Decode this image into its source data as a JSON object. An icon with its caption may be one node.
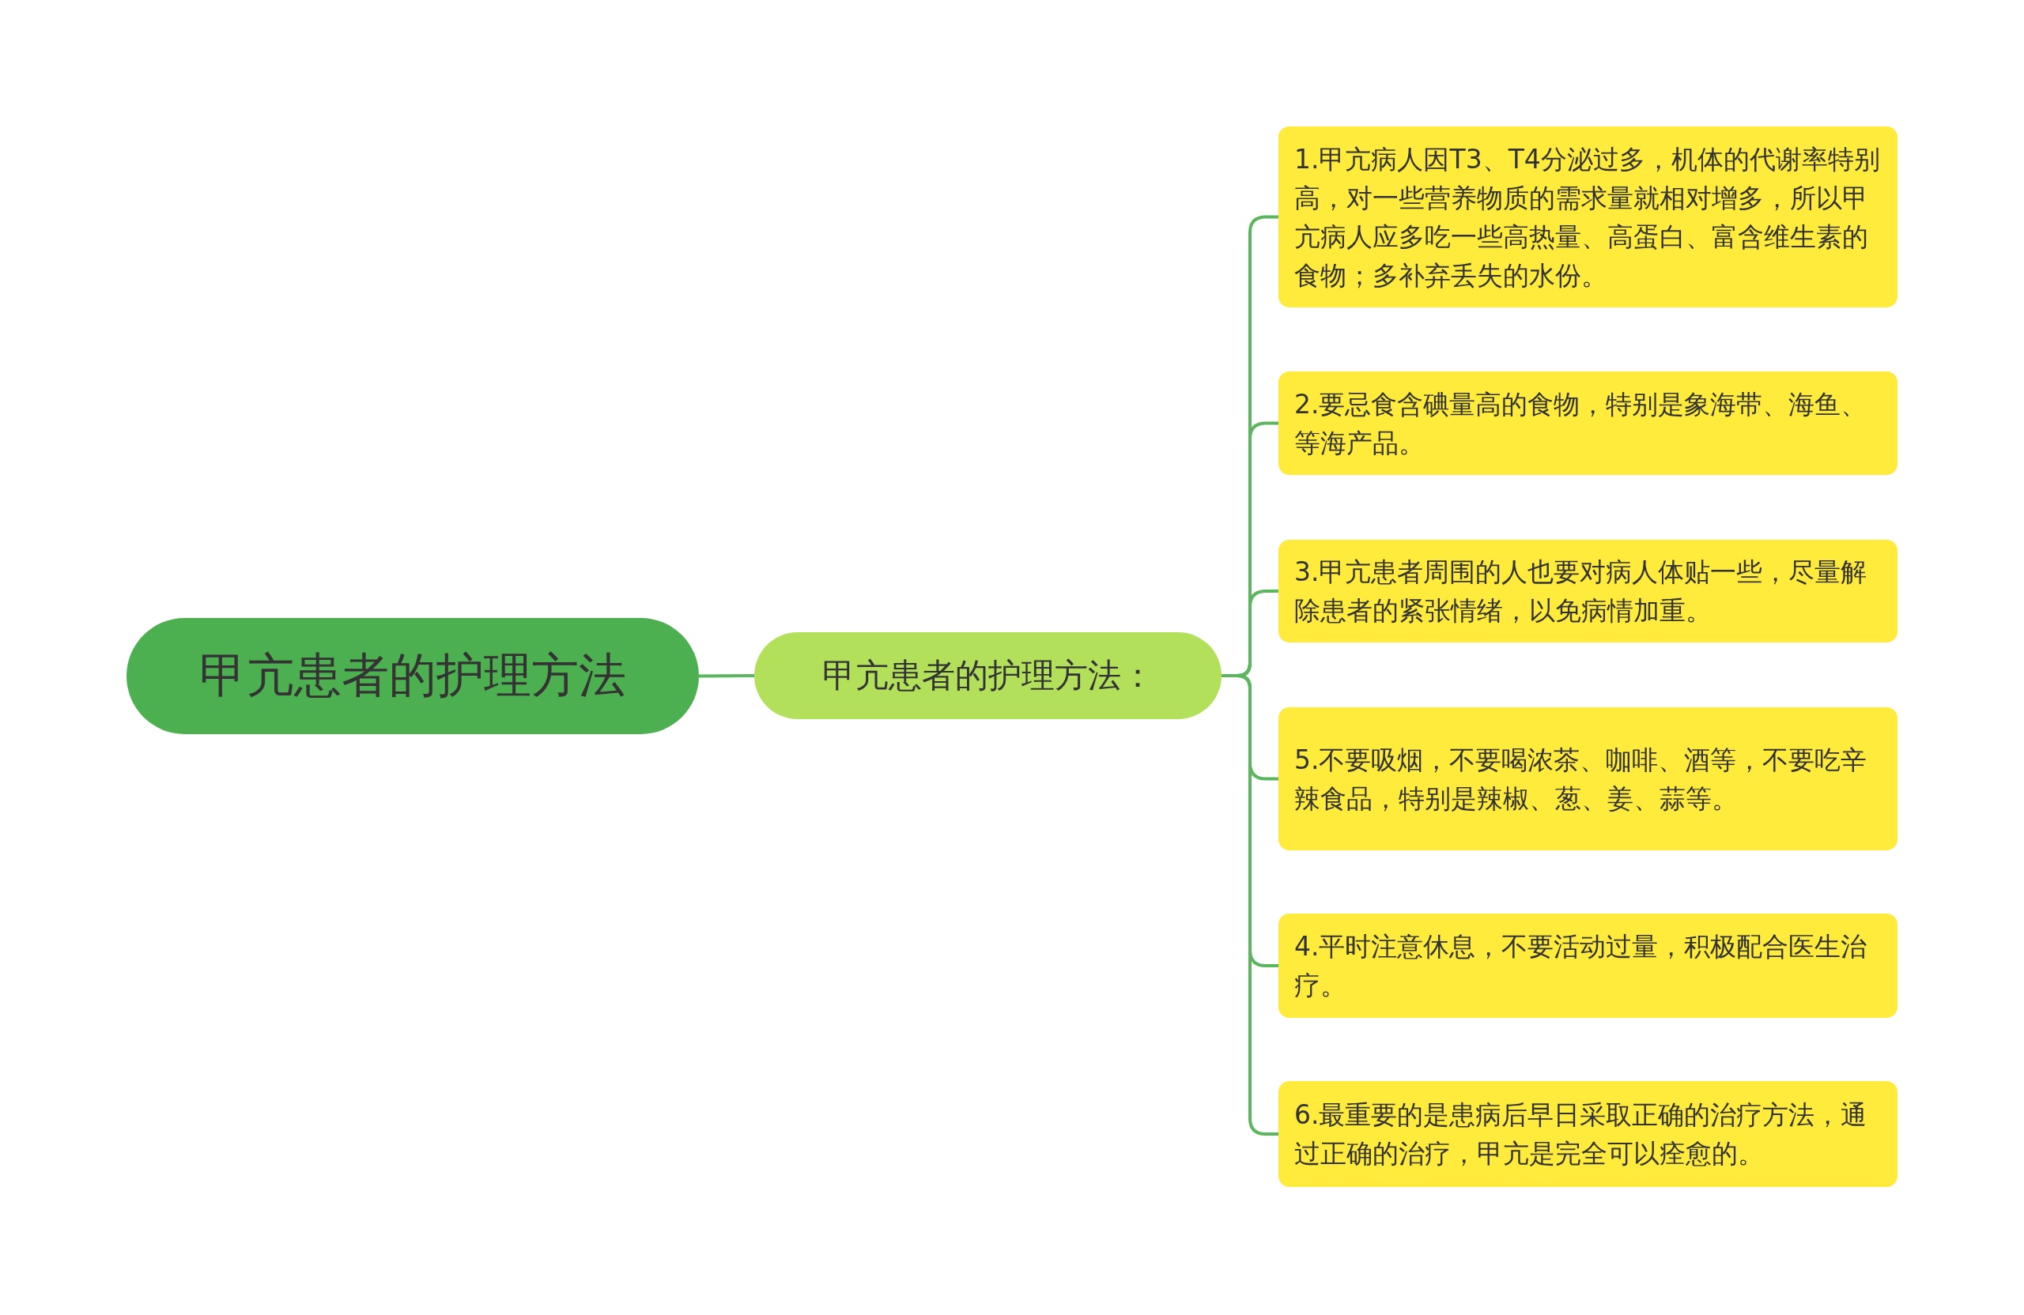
{
  "diagram": {
    "nodes": [
      {
        "text": [
          "甲亢患者的护理方法"
        ]
      },
      {
        "text": [
          "甲亢患者的护理方法："
        ]
      },
      {
        "text": [
          "1.甲亢病人因T3、T4分泌过多，机体的代谢率特别高，对一些营养物质的需求量就相对增多，所以甲亢病人应多吃一些高热量、高蛋白、富含维生素的食物；多补弃丢失的水份。"
        ]
      },
      {
        "text": [
          "2.要忌食含碘量高的食物，特别是象海带、海鱼、等海产品。"
        ]
      },
      {
        "text": [
          "3.甲亢患者周围的人也要对病人体贴一些，尽量解除患者的紧张情绪，以免病情加重。"
        ]
      },
      {
        "text": [
          "5.不要吸烟，不要喝浓茶、咖啡、酒等，不要吃辛辣食品，特别是辣椒、葱、姜、蒜等。"
        ]
      },
      {
        "text": [
          "4.平时注意休息，不要活动过量，积极配合医生治疗。"
        ]
      },
      {
        "text": [
          "6.最重要的是患病后早日采取正确的治疗方法，通过正确的治疗，甲亢是完全可以痊愈的。"
        ]
      }
    ],
    "edges": [
      {
        "from": 0,
        "to": 1,
        "arrow": "none"
      },
      {
        "from": 1,
        "to": 2,
        "arrow": "none"
      },
      {
        "from": 1,
        "to": 3,
        "arrow": "none"
      },
      {
        "from": 1,
        "to": 4,
        "arrow": "none"
      },
      {
        "from": 1,
        "to": 5,
        "arrow": "none"
      },
      {
        "from": 1,
        "to": 6,
        "arrow": "none"
      },
      {
        "from": 1,
        "to": 7,
        "arrow": "none"
      }
    ]
  }
}
